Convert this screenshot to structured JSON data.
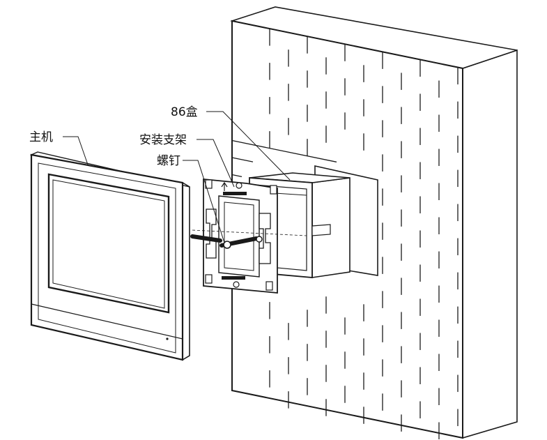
{
  "labels": {
    "host": "主机",
    "box86": "86盒",
    "bracket": "安装支架",
    "screw": "螺钉"
  },
  "colors": {
    "line": "#1a1a1a",
    "label_text": "#111111",
    "brick_face": "#ffffff",
    "wall_side": "#ffffff",
    "box_face": "#ffffff"
  }
}
